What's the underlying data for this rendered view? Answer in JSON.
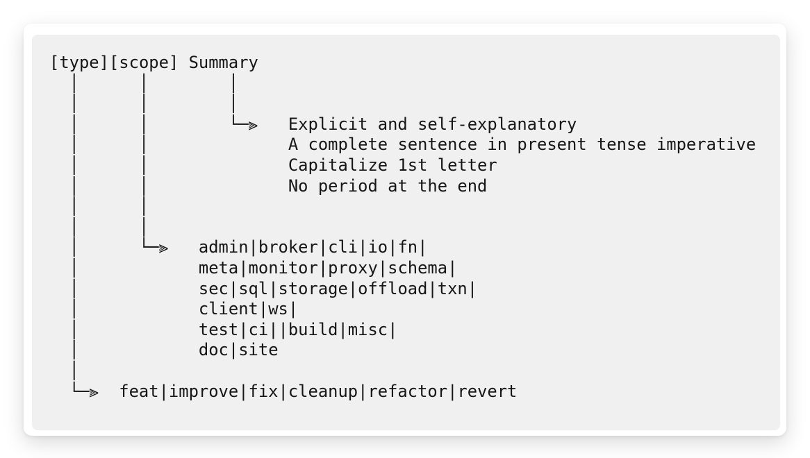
{
  "colors": {
    "page_bg": "#ffffff",
    "card_bg": "#ffffff",
    "panel_bg": "#f0f0f0",
    "text": "#161616"
  },
  "diagram": {
    "description_header": "[type][scope] Summary",
    "lines": [
      {
        "text": "[type][scope] Summary"
      },
      {
        "text": "  │      │        │"
      },
      {
        "text": "  │      │        │"
      },
      {
        "pre": "  │      │        └─",
        "arrow": "⫸",
        "post": "   Explicit and self-explanatory"
      },
      {
        "text": "  │      │              A complete sentence in present tense imperative"
      },
      {
        "text": "  │      │              Capitalize 1st letter"
      },
      {
        "text": "  │      │              No period at the end"
      },
      {
        "text": "  │      │"
      },
      {
        "text": "  │      │"
      },
      {
        "pre": "  │      └─",
        "arrow": "⫸",
        "post": "   admin|broker|cli|io|fn|"
      },
      {
        "text": "  │            meta|monitor|proxy|schema|"
      },
      {
        "text": "  │            sec|sql|storage|offload|txn|"
      },
      {
        "text": "  │            client|ws|"
      },
      {
        "text": "  │            test|ci||build|misc|"
      },
      {
        "text": "  │            doc|site"
      },
      {
        "text": "  │"
      },
      {
        "pre": "  └─",
        "arrow": "⫸",
        "post": "  feat|improve|fix|cleanup|refactor|revert"
      }
    ]
  }
}
